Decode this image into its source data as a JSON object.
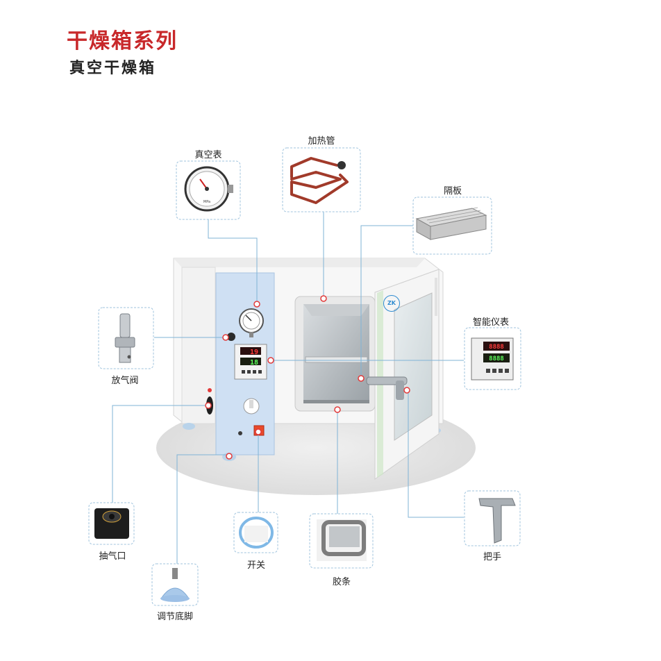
{
  "header": {
    "series_title": "干燥箱系列",
    "product_title": "真空干燥箱"
  },
  "parts": [
    {
      "label": "真空表"
    },
    {
      "label": "加热管"
    },
    {
      "label": "隔板"
    },
    {
      "label": "放气阀"
    },
    {
      "label": "智能仪表"
    },
    {
      "label": "抽气口"
    },
    {
      "label": "开关"
    },
    {
      "label": "胶条"
    },
    {
      "label": "把手"
    },
    {
      "label": "调节底脚"
    }
  ],
  "controller": {
    "pv_display": "19",
    "sv_display": "18"
  },
  "brand_mark": "ZK",
  "colors": {
    "title_red": "#c8282a",
    "panel_blue": "#cfe0f3",
    "callout_dot": "#e23a3a",
    "leader_line": "#7fb3d6",
    "box_border": "#9fc3dd"
  },
  "icons": [
    "vacuum-gauge-icon",
    "heating-tube-icon",
    "shelf-tray-icon",
    "release-valve-icon",
    "smart-controller-icon",
    "vacuum-port-icon",
    "power-switch-icon",
    "seal-strip-icon",
    "door-handle-icon",
    "adjustable-foot-icon"
  ]
}
